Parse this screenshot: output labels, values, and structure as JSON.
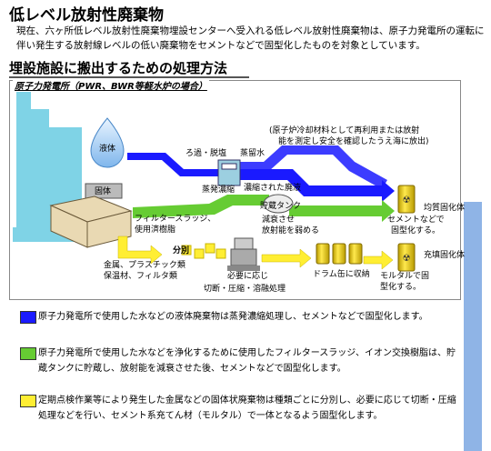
{
  "title": "低レベル放射性廃棄物",
  "intro": "現在、六ヶ所低レベル放射性廃棄物埋設センターへ受入れる低レベル放射性廃棄物は、原子力発電所の運転に伴い発生する放射線レベルの低い廃棄物をセメントなどで固型化したものを対象としています。",
  "section_title": "埋設施設に搬出するための処理方法",
  "diagram": {
    "caption": "原子力発電所（PWR、BWR等軽水炉の場合）",
    "liquid": "液体",
    "solid": "固体",
    "filtration": "ろ過・脱塩",
    "evaporator": "蒸発濃縮",
    "distilled": "蒸留水",
    "reuse_note_1": "(原子炉冷却材料として再利用または放射",
    "reuse_note_2": "能を測定し安全を確認したうえ海に放出)",
    "concentrated": "濃縮された廃液",
    "storage_tank": "貯蔵タンク",
    "decay_1": "減衰させ",
    "decay_2": "放射能を弱める",
    "filter_sludge_1": "フィルタースラッジ、",
    "filter_sludge_2": "使用済樹脂",
    "sorting": "分別",
    "metals_1": "金属、プラスチック類",
    "metals_2": "保温材、フィルタ類",
    "if_needed": "必要に応じ",
    "cutting": "切断・圧縮・溶融処理",
    "drum": "ドラム缶に収納",
    "cement_1": "セメントなどで",
    "cement_2": "固型化する。",
    "mortar_1": "モルタルで固",
    "mortar_2": "型化する。",
    "homogeneous": "均質固化体",
    "filled": "充填固化体"
  },
  "legend": [
    {
      "color": "#1a1aff",
      "text": "原子力発電所で使用した水などの液体廃棄物は蒸発濃縮処理し、セメントなどで固型化します。"
    },
    {
      "color": "#66cc33",
      "text": "原子力発電所で使用した水などを浄化するために使用したフィルタースラッジ、イオン交換樹脂は、貯蔵タンクに貯蔵し、放射能を減衰させた後、セメントなどで固型化します。"
    },
    {
      "color": "#ffee33",
      "text": "定期点検作業等により発生した金属などの固体状廃棄物は種類ごとに分別し、必要に応じて切断・圧縮処理などを行い、セメント系充てん材（モルタル）で一体となるよう固型化します。"
    }
  ]
}
